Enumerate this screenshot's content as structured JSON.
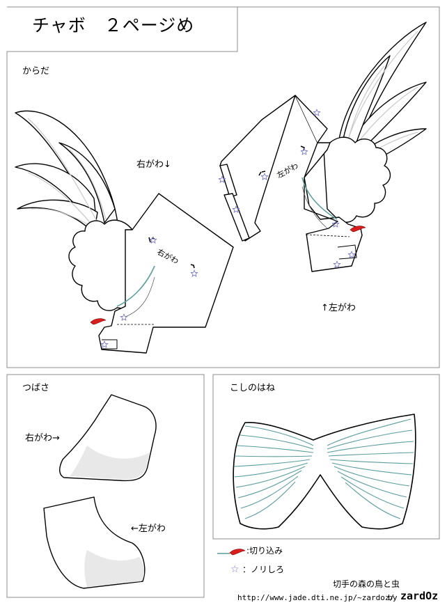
{
  "page": {
    "title": "チャボ　２ページめ"
  },
  "sections": {
    "body": {
      "heading": "からだ",
      "right_label": "右がわ↓",
      "left_label": "↑左がわ"
    },
    "wings": {
      "heading": "つばさ",
      "right_label": "右がわ→",
      "left_label": "←左がわ"
    },
    "tail": {
      "heading": "こしのはね"
    }
  },
  "part_labels": {
    "right_side": "右がわ",
    "left_side": "左がわ"
  },
  "legend": {
    "cut_label": ":切り込み",
    "paste_label": "：ノリしろ",
    "paste_icon": "star-outline-icon",
    "cut_icon": "red-feather-cut-icon"
  },
  "footer": {
    "credit": "切手の森の鳥と虫",
    "url": "http://www.jade.dti.ne.jp/~zardoz/",
    "by": "by",
    "logo": "zardOz"
  },
  "colors": {
    "line": "#000000",
    "frame": "#8c8c8c",
    "feather_inner": "#c8c8c8",
    "accent_teal": "#5b9c9c",
    "cut_red": "#d81e1e",
    "paste_star": "#7d7dc8",
    "wing_shade": "#e6e6e6"
  }
}
